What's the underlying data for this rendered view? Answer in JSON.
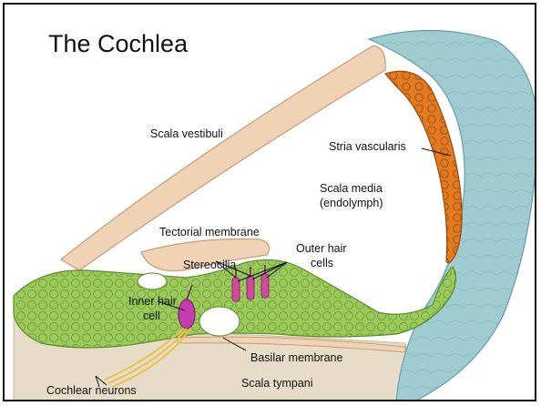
{
  "title": "The Cochlea",
  "labels": {
    "scala_vestibuli": "Scala vestibuli",
    "stria_vascularis": "Stria vascularis",
    "scala_media_line1": "Scala media",
    "scala_media_line2": "(endolymph)",
    "tectorial_membrane": "Tectorial membrane",
    "stereocilia": "Stereocilia",
    "outer_hair_line1": "Outer hair",
    "outer_hair_line2": "cells",
    "inner_hair_line1": "Inner hair",
    "inner_hair_line2": "cell",
    "basilar_membrane": "Basilar membrane",
    "cochlear_neurons": "Cochlear neurons",
    "scala_tympani": "Scala tympani"
  },
  "colors": {
    "membrane": "#f0d2b4",
    "membrane_edge": "#c79b7a",
    "stria": "#e37a1f",
    "stria_edge": "#9a4a0a",
    "wall": "#9fcbd1",
    "wall_edge": "#5f9ea8",
    "tissue": "#9bc95a",
    "tissue_edge": "#5a8a2a",
    "hair_cell": "#d14aa0",
    "neuron": "#e8c24a",
    "bone": "#e7dcc8"
  }
}
